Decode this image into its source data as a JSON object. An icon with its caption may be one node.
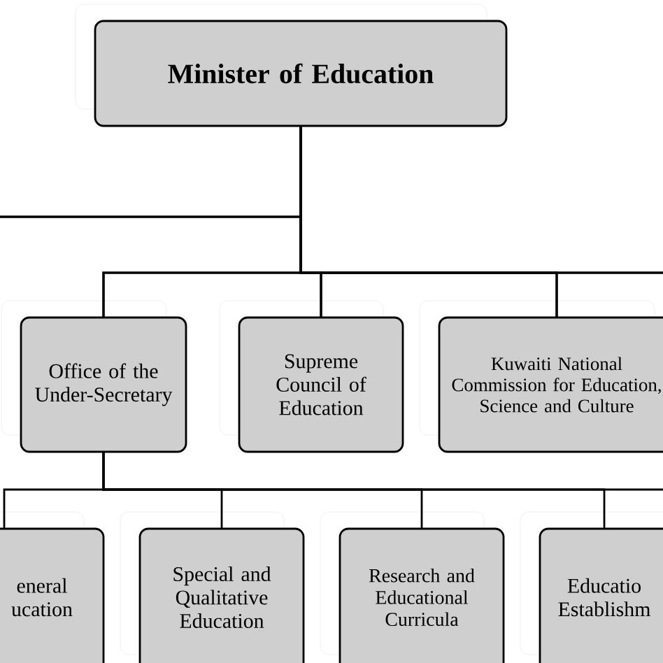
{
  "diagram": {
    "nodes": [
      {
        "text": [
          "Minister of Education"
        ]
      },
      {
        "text": [
          "Office of the Under-Secretary"
        ]
      },
      {
        "text": [
          "Supreme Council of Education"
        ]
      },
      {
        "text": [
          "Kuwaiti National Commission for Education, Science and Culture"
        ]
      },
      {
        "text": [
          "eneral ucation"
        ]
      },
      {
        "text": [
          "Special and Qualitative Education"
        ]
      },
      {
        "text": [
          "Research and Educational Curricula"
        ]
      },
      {
        "text": [
          "Educatio Establishm"
        ]
      }
    ],
    "edges": [
      {
        "from": 0,
        "to": null,
        "arrow": "none"
      },
      {
        "from": 0,
        "to": 1,
        "arrow": "none"
      },
      {
        "from": 0,
        "to": 2,
        "arrow": "none"
      },
      {
        "from": 0,
        "to": 3,
        "arrow": "none"
      },
      {
        "from": 0,
        "to": null,
        "arrow": "none"
      },
      {
        "from": 1,
        "to": 4,
        "arrow": "none"
      },
      {
        "from": 1,
        "to": 5,
        "arrow": "none"
      },
      {
        "from": 1,
        "to": 6,
        "arrow": "none"
      },
      {
        "from": 1,
        "to": 7,
        "arrow": "none"
      },
      {
        "from": 1,
        "to": null,
        "arrow": "none"
      }
    ]
  }
}
